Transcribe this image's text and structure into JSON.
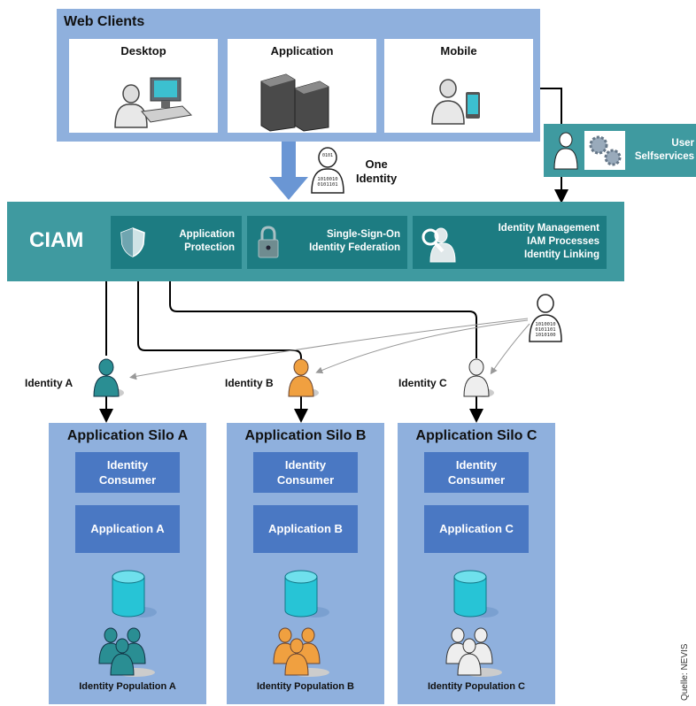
{
  "web_clients": {
    "title": "Web Clients",
    "clients": [
      {
        "label": "Desktop",
        "icon": "desktop-user-icon"
      },
      {
        "label": "Application",
        "icon": "server-icon"
      },
      {
        "label": "Mobile",
        "icon": "mobile-user-icon"
      }
    ]
  },
  "one_identity": {
    "line1": "One",
    "line2": "Identity"
  },
  "selfservices": {
    "line1": "User",
    "line2": "Selfservices"
  },
  "ciam": {
    "title": "CIAM",
    "boxes": [
      {
        "line1": "Application",
        "line2": "Protection",
        "icon": "shield-icon"
      },
      {
        "line1": "Single-Sign-On",
        "line2": "Identity Federation",
        "icon": "padlock-icon"
      },
      {
        "line1": "Identity Management",
        "line2": "IAM Processes",
        "line3": "Identity Linking",
        "icon": "identity-search-icon"
      }
    ]
  },
  "identities": [
    "Identity A",
    "Identity B",
    "Identity C"
  ],
  "silos": [
    {
      "title": "Application Silo A",
      "consumer1": "Identity",
      "consumer2": "Consumer",
      "app": "Application A",
      "population": "Identity Population A",
      "color": "#2a8e93"
    },
    {
      "title": "Application Silo B",
      "consumer1": "Identity",
      "consumer2": "Consumer",
      "app": "Application B",
      "population": "Identity Population B",
      "color": "#f0a040"
    },
    {
      "title": "Application Silo C",
      "consumer1": "Identity",
      "consumer2": "Consumer",
      "app": "Application C",
      "population": "Identity Population C",
      "color": "#e6e6e6"
    }
  ],
  "credit": "Quelle: NEVIS",
  "colors": {
    "web_clients_bg": "#8fb0dd",
    "ciam_bg": "#3f9aa0",
    "ciam_box": "#1d7c82",
    "silo_box": "#4a78c3",
    "database": "#27c4d6"
  }
}
